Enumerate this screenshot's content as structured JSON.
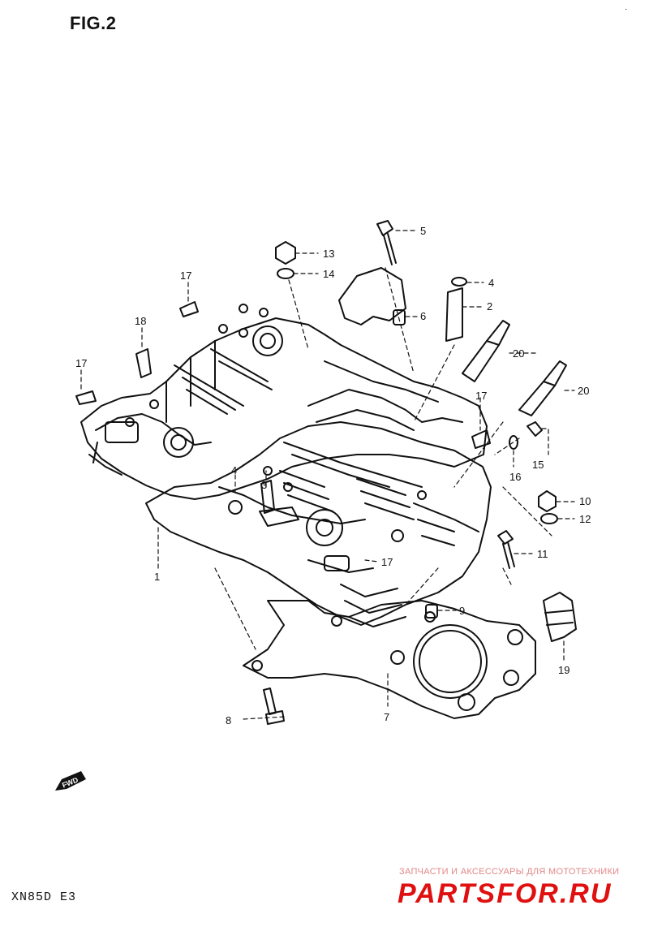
{
  "figure": {
    "title": "FIG.2",
    "model_code": "XN85D E3",
    "corner_mark": "·"
  },
  "fwd_badge": "FWD",
  "watermark": {
    "caption": "ЗАПЧАСТИ И АКСЕССУАРЫ ДЛЯ МОТОТЕХНИКИ",
    "logo_text": "PARTSFOR.RU",
    "color": "#e01010"
  },
  "callouts": [
    {
      "id": "c1",
      "label": "1"
    },
    {
      "id": "c2",
      "label": "2"
    },
    {
      "id": "c3",
      "label": "3"
    },
    {
      "id": "c4a",
      "label": "4"
    },
    {
      "id": "c4b",
      "label": "4"
    },
    {
      "id": "c5",
      "label": "5"
    },
    {
      "id": "c6",
      "label": "6"
    },
    {
      "id": "c7",
      "label": "7"
    },
    {
      "id": "c8",
      "label": "8"
    },
    {
      "id": "c9",
      "label": "9"
    },
    {
      "id": "c10",
      "label": "10"
    },
    {
      "id": "c11",
      "label": "11"
    },
    {
      "id": "c12",
      "label": "12"
    },
    {
      "id": "c13",
      "label": "13"
    },
    {
      "id": "c14",
      "label": "14"
    },
    {
      "id": "c15",
      "label": "15"
    },
    {
      "id": "c16",
      "label": "16"
    },
    {
      "id": "c17a",
      "label": "17"
    },
    {
      "id": "c17b",
      "label": "17"
    },
    {
      "id": "c17c",
      "label": "17"
    },
    {
      "id": "c17d",
      "label": "17"
    },
    {
      "id": "c18",
      "label": "18"
    },
    {
      "id": "c19",
      "label": "19"
    },
    {
      "id": "c20a",
      "label": "20"
    },
    {
      "id": "c20b",
      "label": "20"
    }
  ]
}
